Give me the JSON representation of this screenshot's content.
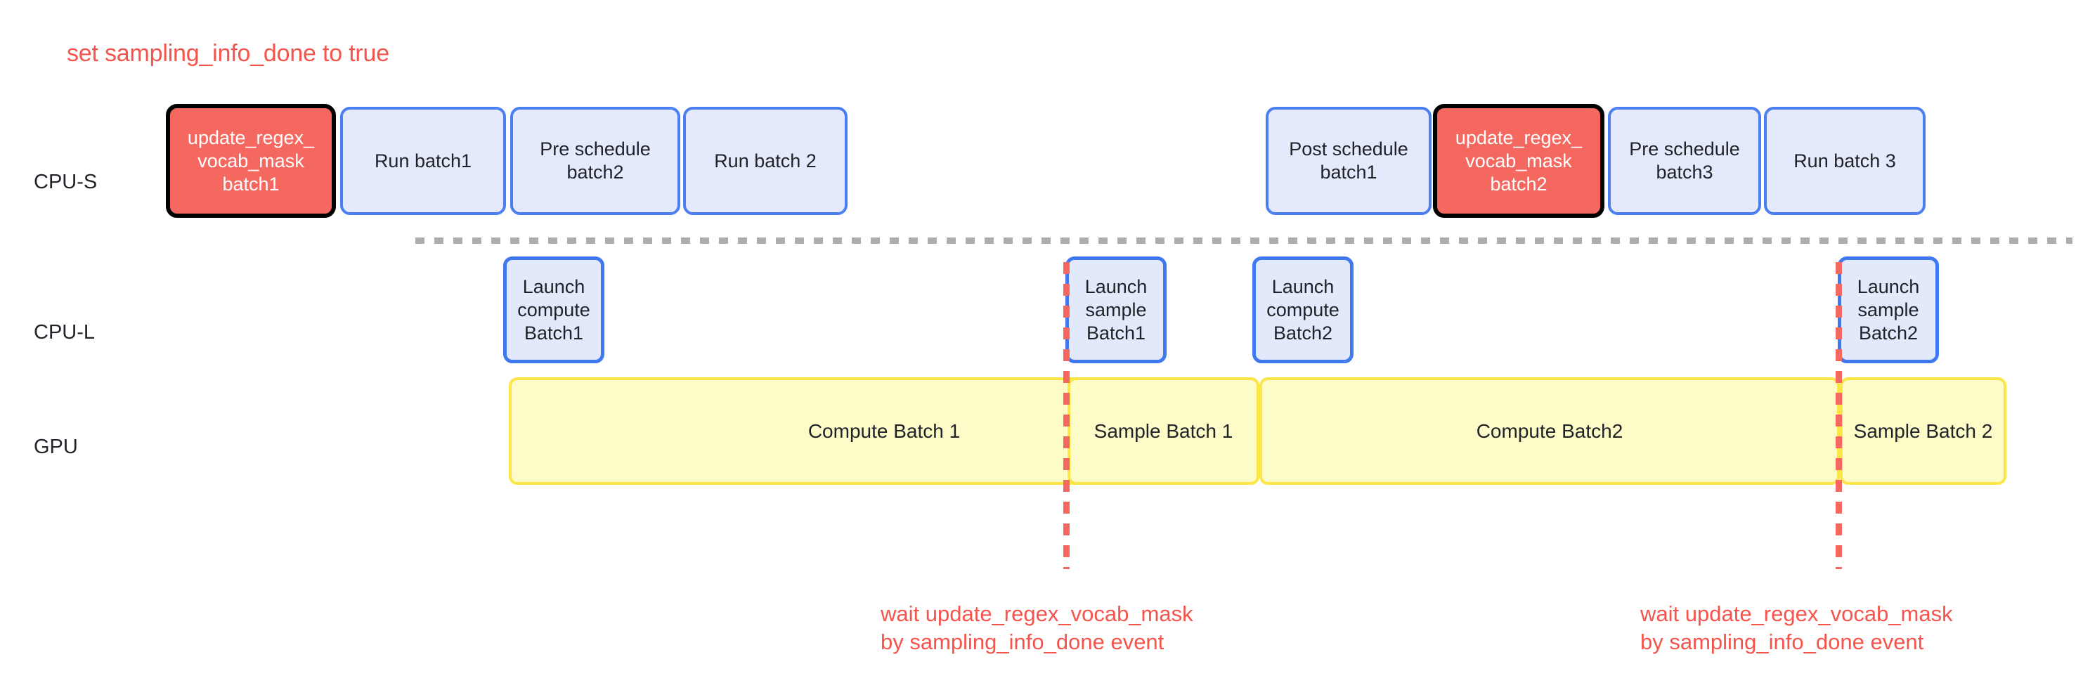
{
  "annotations": {
    "title": "set sampling_info_done to true",
    "captions": [
      "wait update_regex_vocab_mask\nby sampling_info_done event",
      "wait update_regex_vocab_mask\nby sampling_info_done event"
    ]
  },
  "colors": {
    "highlight_red": "#f4685f",
    "caption_red": "#f4544b",
    "box_blue_fill": "#e4eafc",
    "box_blue_border": "#4b7ef0",
    "gpu_yellow_fill": "#fdfbc8",
    "gpu_yellow_border": "#fbe547",
    "separator_gray": "#adadad",
    "text_dark": "#1f2328"
  },
  "rows": [
    {
      "label": "CPU-S",
      "name": "cpu-s",
      "tasks": [
        {
          "label": "update_regex_\nvocab_mask\nbatch1",
          "style": "red"
        },
        {
          "label": "Run batch1",
          "style": "blue"
        },
        {
          "label": "Pre schedule\nbatch2",
          "style": "blue"
        },
        {
          "label": "Run batch 2",
          "style": "blue"
        },
        {
          "label": "Post schedule\nbatch1",
          "style": "blue"
        },
        {
          "label": "update_regex_\nvocab_mask\nbatch2",
          "style": "red"
        },
        {
          "label": "Pre schedule\nbatch3",
          "style": "blue"
        },
        {
          "label": "Run batch 3",
          "style": "blue"
        }
      ]
    },
    {
      "label": "CPU-L",
      "name": "cpu-l",
      "tasks": [
        {
          "label": "Launch\ncompute\nBatch1",
          "style": "blue-l"
        },
        {
          "label": "Launch\nsample\nBatch1",
          "style": "blue-l"
        },
        {
          "label": "Launch\ncompute\nBatch2",
          "style": "blue-l"
        },
        {
          "label": "Launch\nsample\nBatch2",
          "style": "blue-l"
        }
      ]
    },
    {
      "label": "GPU",
      "name": "gpu",
      "tasks": [
        {
          "label": "Compute Batch 1",
          "style": "yellow"
        },
        {
          "label": "Sample Batch 1",
          "style": "yellow"
        },
        {
          "label": "Compute Batch2",
          "style": "yellow"
        },
        {
          "label": "Sample Batch 2",
          "style": "yellow"
        }
      ]
    }
  ]
}
